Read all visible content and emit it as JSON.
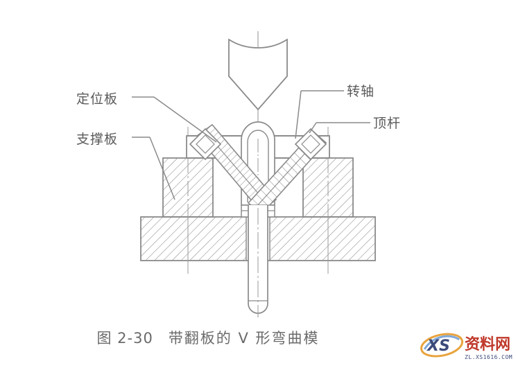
{
  "figure": {
    "caption_number": "图 2-30",
    "caption_title": "带翻板的 V 形弯曲模",
    "line_color": "#8a8a8a",
    "text_color": "#5a5a5a",
    "background": "#ffffff"
  },
  "labels": {
    "positioning_plate": "定位板",
    "support_plate": "支撑板",
    "pivot_shaft": "转轴",
    "ejector_rod": "顶杆"
  },
  "watermark": {
    "brand": "资料网",
    "mark": "XS",
    "url": "ZL.XS1616.COM",
    "brand_color": "#c0392b",
    "mark_color": "#3b4a7a",
    "swoosh_color": "#e8a33d"
  },
  "diagram": {
    "type": "engineering-section-drawing",
    "parts": [
      {
        "name": "punch",
        "label_zh": "凸模",
        "description": "V-shaped upper die wedge with rounded tip"
      },
      {
        "name": "positioning-plate",
        "label_zh": "定位板",
        "description": "top horizontal plate spanning die blocks"
      },
      {
        "name": "support-plate",
        "label_zh": "支撑板",
        "description": "left and right hatched die blocks"
      },
      {
        "name": "flip-plate-left",
        "label_zh": "翻板",
        "description": "left angled hatched bar at 45 degrees"
      },
      {
        "name": "flip-plate-right",
        "label_zh": "翻板",
        "description": "right angled hatched bar at 45 degrees"
      },
      {
        "name": "pivot-shaft",
        "label_zh": "转轴",
        "description": "diamond pivot at upper end of each flip plate"
      },
      {
        "name": "ejector-rod",
        "label_zh": "顶杆",
        "description": "vertical rod through base plate with oval head"
      },
      {
        "name": "base-plate",
        "label_zh": "底板",
        "description": "wide hatched bottom plate"
      }
    ]
  }
}
